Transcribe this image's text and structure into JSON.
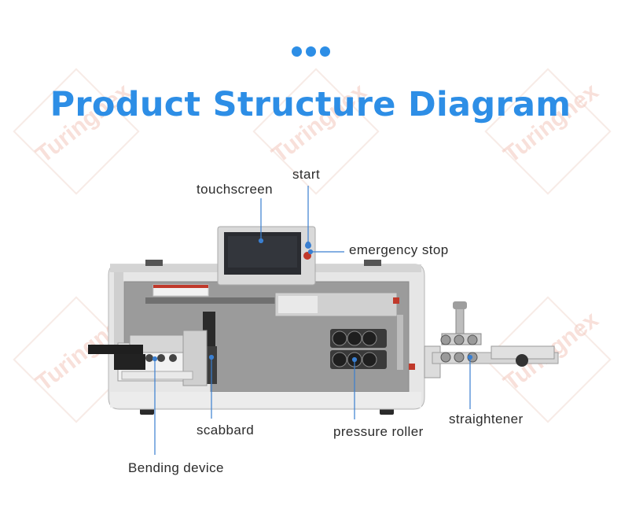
{
  "title": "Product Structure Diagram",
  "watermark": "Turingnex",
  "colors": {
    "accent": "#2d8ee6",
    "leader": "#3a7fd0",
    "body": "#e4e4e4",
    "panel": "#9a9a9a"
  },
  "labels": {
    "start": "start",
    "touchscreen": "touchscreen",
    "emergency_stop": "emergency stop",
    "scabbard": "scabbard",
    "pressure_roller": "pressure roller",
    "straightener": "straightener",
    "bending_device": "Bending device"
  }
}
